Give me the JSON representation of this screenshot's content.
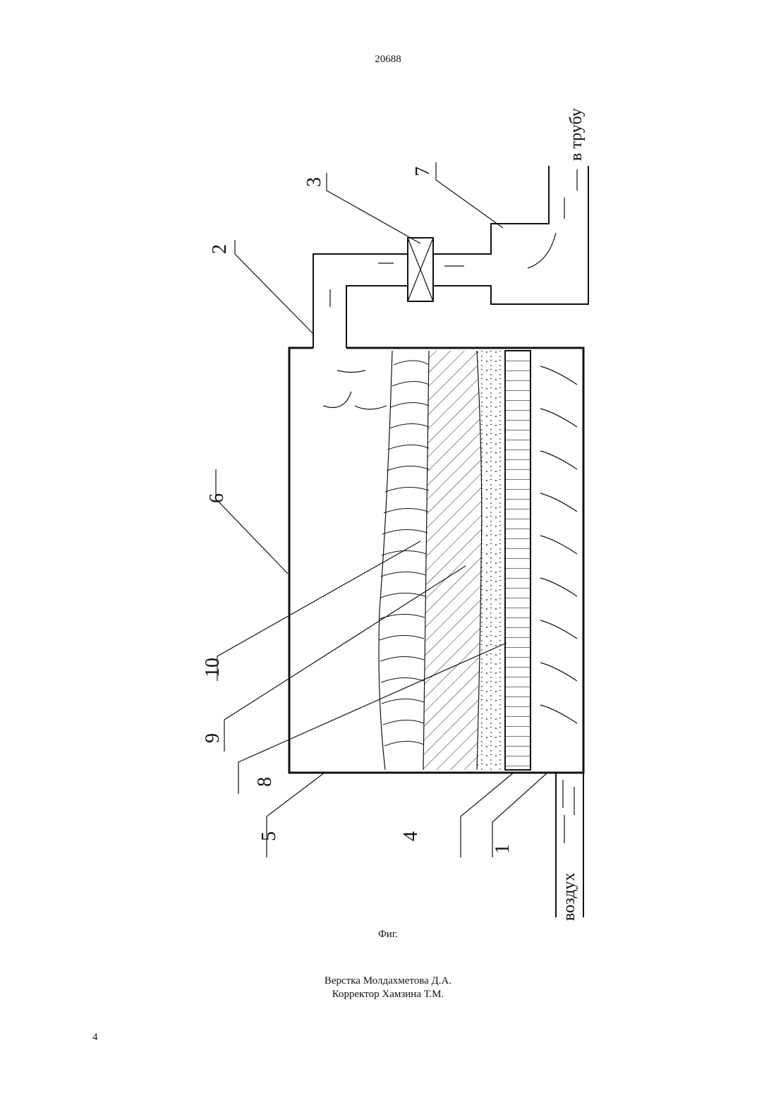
{
  "header": {
    "document_number": "20688"
  },
  "figure": {
    "labels": {
      "l1": "1",
      "l2": "2",
      "l3": "3",
      "l4": "4",
      "l5": "5",
      "l6": "6",
      "l7": "7",
      "l8": "8",
      "l9": "9",
      "l10": "10"
    },
    "air_label": "воздух",
    "outlet_label": "в трубу"
  },
  "caption": "Фиг.",
  "credits": {
    "layout": "Верстка Молдахметова Д.А.",
    "corrector": "Корректор Хамзина Т.М."
  },
  "footer": {
    "page_number": "4"
  }
}
